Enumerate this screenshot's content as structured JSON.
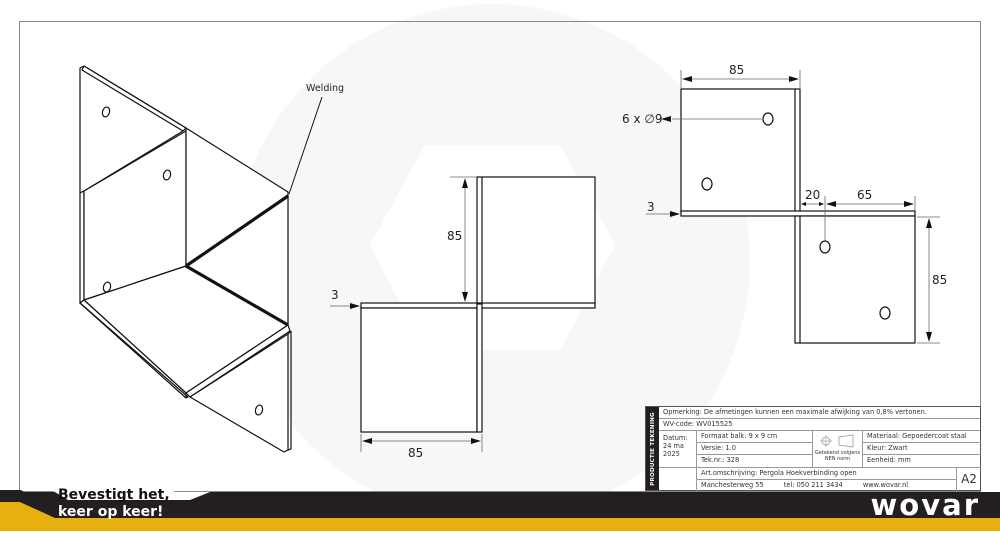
{
  "drawing": {
    "annotation_welding": "Welding",
    "front_view": {
      "dim_height": "85",
      "dim_width": "85",
      "dim_thickness": "3"
    },
    "top_view": {
      "dim_top_width": "85",
      "holes_label": "6 x ∅9",
      "dim_thickness": "3",
      "dim_hole_offset": "20",
      "dim_hole_spacing": "65",
      "dim_height": "85"
    }
  },
  "title_block": {
    "side_label": "PRODUCTIE TEKENING",
    "remark": "Opmerking: De afmetingen kunnen een maximale afwijking van 0,8% vertonen.",
    "wv_code": "WV-code: WV015525",
    "date_label": "Datum:",
    "date_value_line1": "24 ma",
    "date_value_line2": "2025",
    "format": "Formaat balk: 9 x 9 cm",
    "version": "Versie: 1.0",
    "drawing_number": "Tek.nr.: 328",
    "standard_line1": "Getekend volgens",
    "standard_line2": "NEN norm",
    "material": "Materiaal: Gepoedercoat staal",
    "color": "Kleur: Zwart",
    "unit": "Eenheid: mm",
    "description": "Art.omschrijving: Pergola Hoekverbinding open",
    "address": "Manchesterweg 55",
    "phone": "tel: 050 211 3434",
    "website": "www.wovar.nl",
    "paper_size": "A2"
  },
  "footer": {
    "slogan_line1": "Bevestigt het,",
    "slogan_line2": "keer op keer!",
    "brand": "wovar",
    "colors": {
      "dark": "#231f20",
      "yellow": "#e8b00f"
    }
  }
}
